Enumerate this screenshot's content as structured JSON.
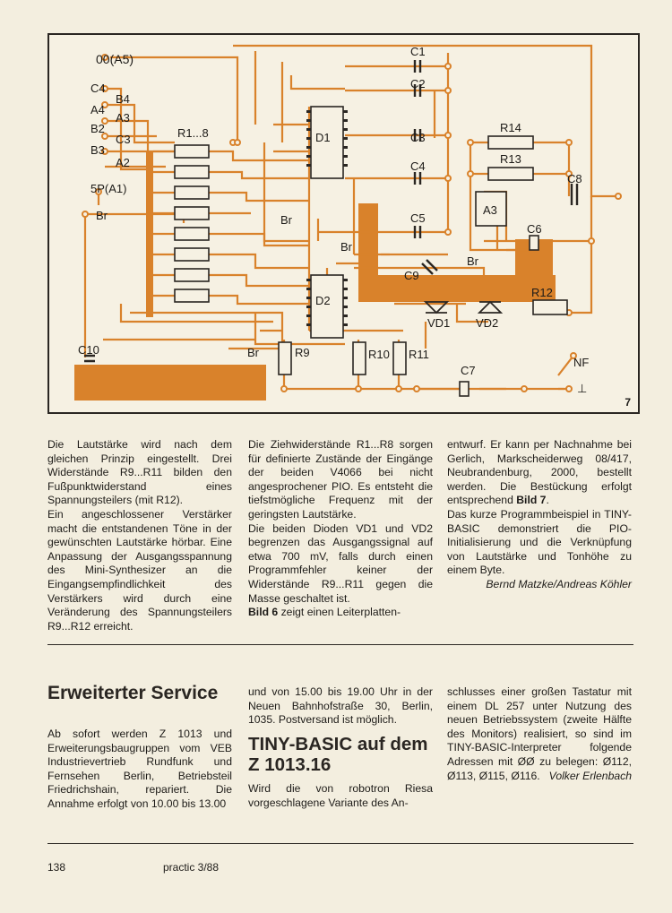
{
  "figure": {
    "number": "7",
    "labels": {
      "oo": "00(A5)",
      "c4": "C4",
      "b4": "B4",
      "a4": "A4",
      "a3": "A3",
      "b2": "B2",
      "c3": "C3",
      "b3": "B3",
      "a2": "A2",
      "sp": "5P(A1)",
      "br1": "Br",
      "br2": "Br",
      "br3": "Br",
      "br4": "Br",
      "br5": "Br",
      "r18": "R1...8",
      "d1": "D1",
      "d2": "D2",
      "c1": "C1",
      "c2": "C2",
      "c3c": "C3",
      "c4c": "C4",
      "c5": "C5",
      "c6": "C6",
      "c7": "C7",
      "c8": "C8",
      "c9": "C9",
      "c10": "C10",
      "r9": "R9",
      "r10": "R10",
      "r11": "R11",
      "r12": "R12",
      "r13": "R13",
      "r14": "R14",
      "a3ic": "A3",
      "vd1": "VD1",
      "vd2": "VD2",
      "nf": "NF",
      "gnd": "⊥"
    }
  },
  "article1": {
    "col1": "Die Lautstärke wird nach dem gleichen Prinzip eingestellt. Drei Widerstände R9...R11 bilden den Fußpunktwiderstand eines Spannungsteilers (mit R12).",
    "col1b": "Ein angeschlossener Verstärker macht die entstandenen Töne in der gewünschten Lautstärke hörbar. Eine Anpassung der Ausgangsspannung des Mini-Synthesizer an die Eingangsempfindlichkeit des Verstärkers wird durch eine Veränderung des Spannungsteilers R9...R12 erreicht.",
    "col2": "Die Ziehwiderstände R1...R8 sorgen für definierte Zustände der Eingänge der beiden V4066 bei nicht angesprochener PIO. Es entsteht die tiefstmögliche Frequenz mit der geringsten Lautstärke.",
    "col2b": "Die beiden Dioden VD1 und VD2 begrenzen das Ausgangssignal auf etwa 700 mV, falls durch einen Programmfehler keiner der Widerstände R9...R11 gegen die Masse geschaltet ist.",
    "col2c_bold": "Bild 6",
    "col2c": " zeigt einen Leiterplatten-",
    "col3a": "entwurf. Er kann per Nachnahme bei Gerlich, Markscheiderweg 08/417, Neubrandenburg, 2000, bestellt werden. Die Bestückung erfolgt entsprechend",
    "col3a_bold": "Bild 7",
    "col3b": "Das kurze Programmbeispiel in TINY-BASIC demonstriert die PIO-Initialisierung und die Verknüpfung von Lautstärke und Tonhöhe zu einem Byte.",
    "signature": "Bernd Matzke/Andreas Köhler"
  },
  "article2": {
    "heading": "Erweiterter Service",
    "col1": "Ab sofort werden Z 1013 und Erweiterungsbaugruppen vom VEB Industrievertrieb Rundfunk und Fernsehen Berlin, Betriebsteil Friedrichshain, repariert. Die Annahme erfolgt von 10.00 bis 13.00",
    "col2": "und von 15.00 bis 19.00 Uhr in der Neuen Bahnhofstraße 30, Berlin, 1035. Postversand ist möglich."
  },
  "article3": {
    "heading": "TINY-BASIC auf dem Z 1013.16",
    "col2": "Wird die von robotron Riesa vorgeschlagene Variante des An-",
    "col3": "schlusses einer großen Tastatur mit einem DL 257 unter Nutzung des neuen Betriebssystem (zweite Hälfte des Monitors) realisiert, so sind im TINY-BASIC-Interpreter folgende Adressen mit ØØ zu belegen: Ø112, Ø113, Ø115, Ø116.",
    "signature": "Volker Erlenbach"
  },
  "footer": {
    "page": "138",
    "magazine": "practic 3/88"
  }
}
